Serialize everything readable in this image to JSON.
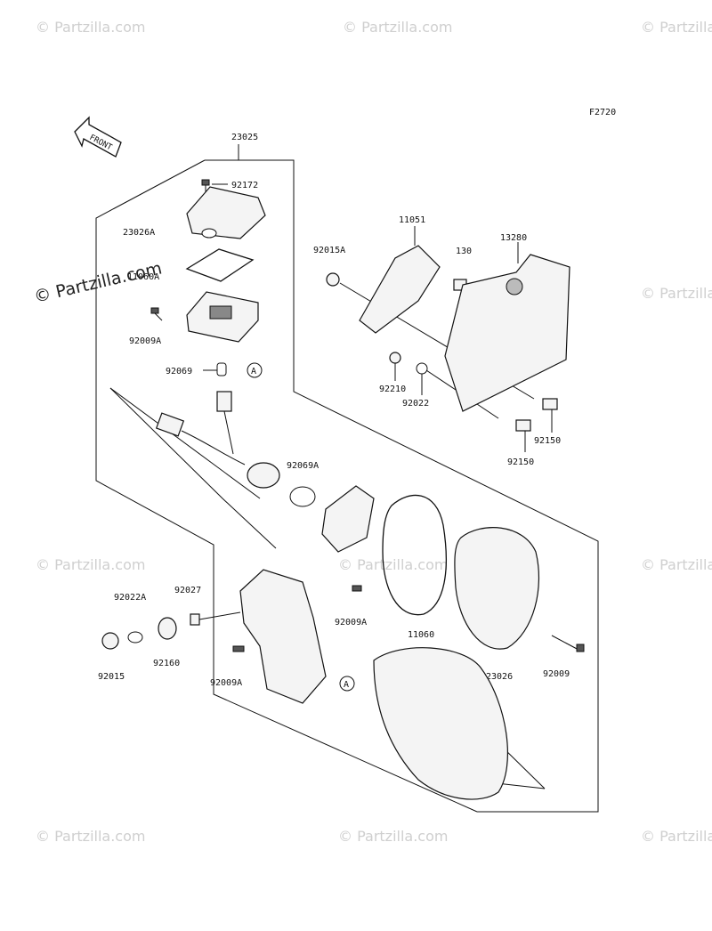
{
  "figure_code": "F2720",
  "front_arrow_label": "FRONT",
  "watermark_main": "© Partzilla.com",
  "watermark_faint": "© Partzilla.com",
  "callout_letter": "A",
  "parts": {
    "p23025": "23025",
    "p92172": "92172",
    "p23026A": "23026A",
    "p11060A": "11060A",
    "p92009A_top": "92009A",
    "p92069": "92069",
    "p92069A": "92069A",
    "p11051": "11051",
    "p92015A": "92015A",
    "p130": "130",
    "p13280": "13280",
    "p92210": "92210",
    "p92022": "92022",
    "p92150_a": "92150",
    "p92150_b": "92150",
    "p92009A_mid": "92009A",
    "p11060": "11060",
    "p23026": "23026",
    "p92009": "92009",
    "p92022A": "92022A",
    "p92027": "92027",
    "p92015": "92015",
    "p92160": "92160",
    "p92009A_bot": "92009A"
  }
}
